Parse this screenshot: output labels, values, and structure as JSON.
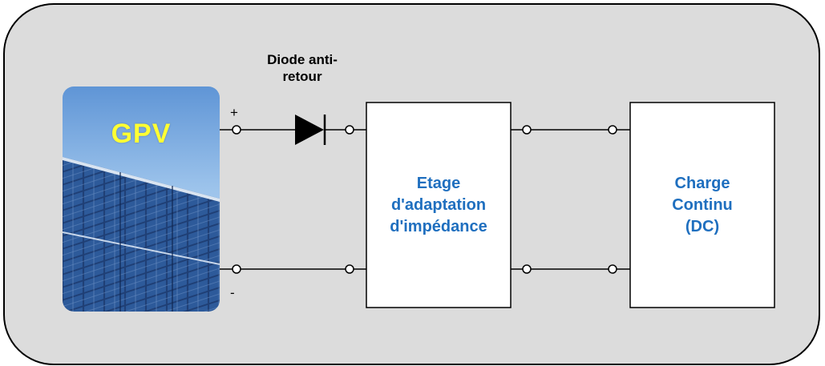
{
  "diode": {
    "label_line1": "Diode anti-",
    "label_line2": "retour"
  },
  "pv_generator": {
    "label": "GPV",
    "positive_terminal": "+",
    "negative_terminal": "-",
    "label_color": "#ffff33",
    "icon": "solar-panel-image"
  },
  "adaptation_stage": {
    "line1": "Etage",
    "line2": "d'adaptation",
    "line3": "d'impédance"
  },
  "load": {
    "line1": "Charge",
    "line2": "Continu",
    "line3": "(DC)"
  },
  "colors": {
    "frame_background": "#dcdcdc",
    "block_text": "#1f6fbf",
    "wire": "#000000"
  }
}
